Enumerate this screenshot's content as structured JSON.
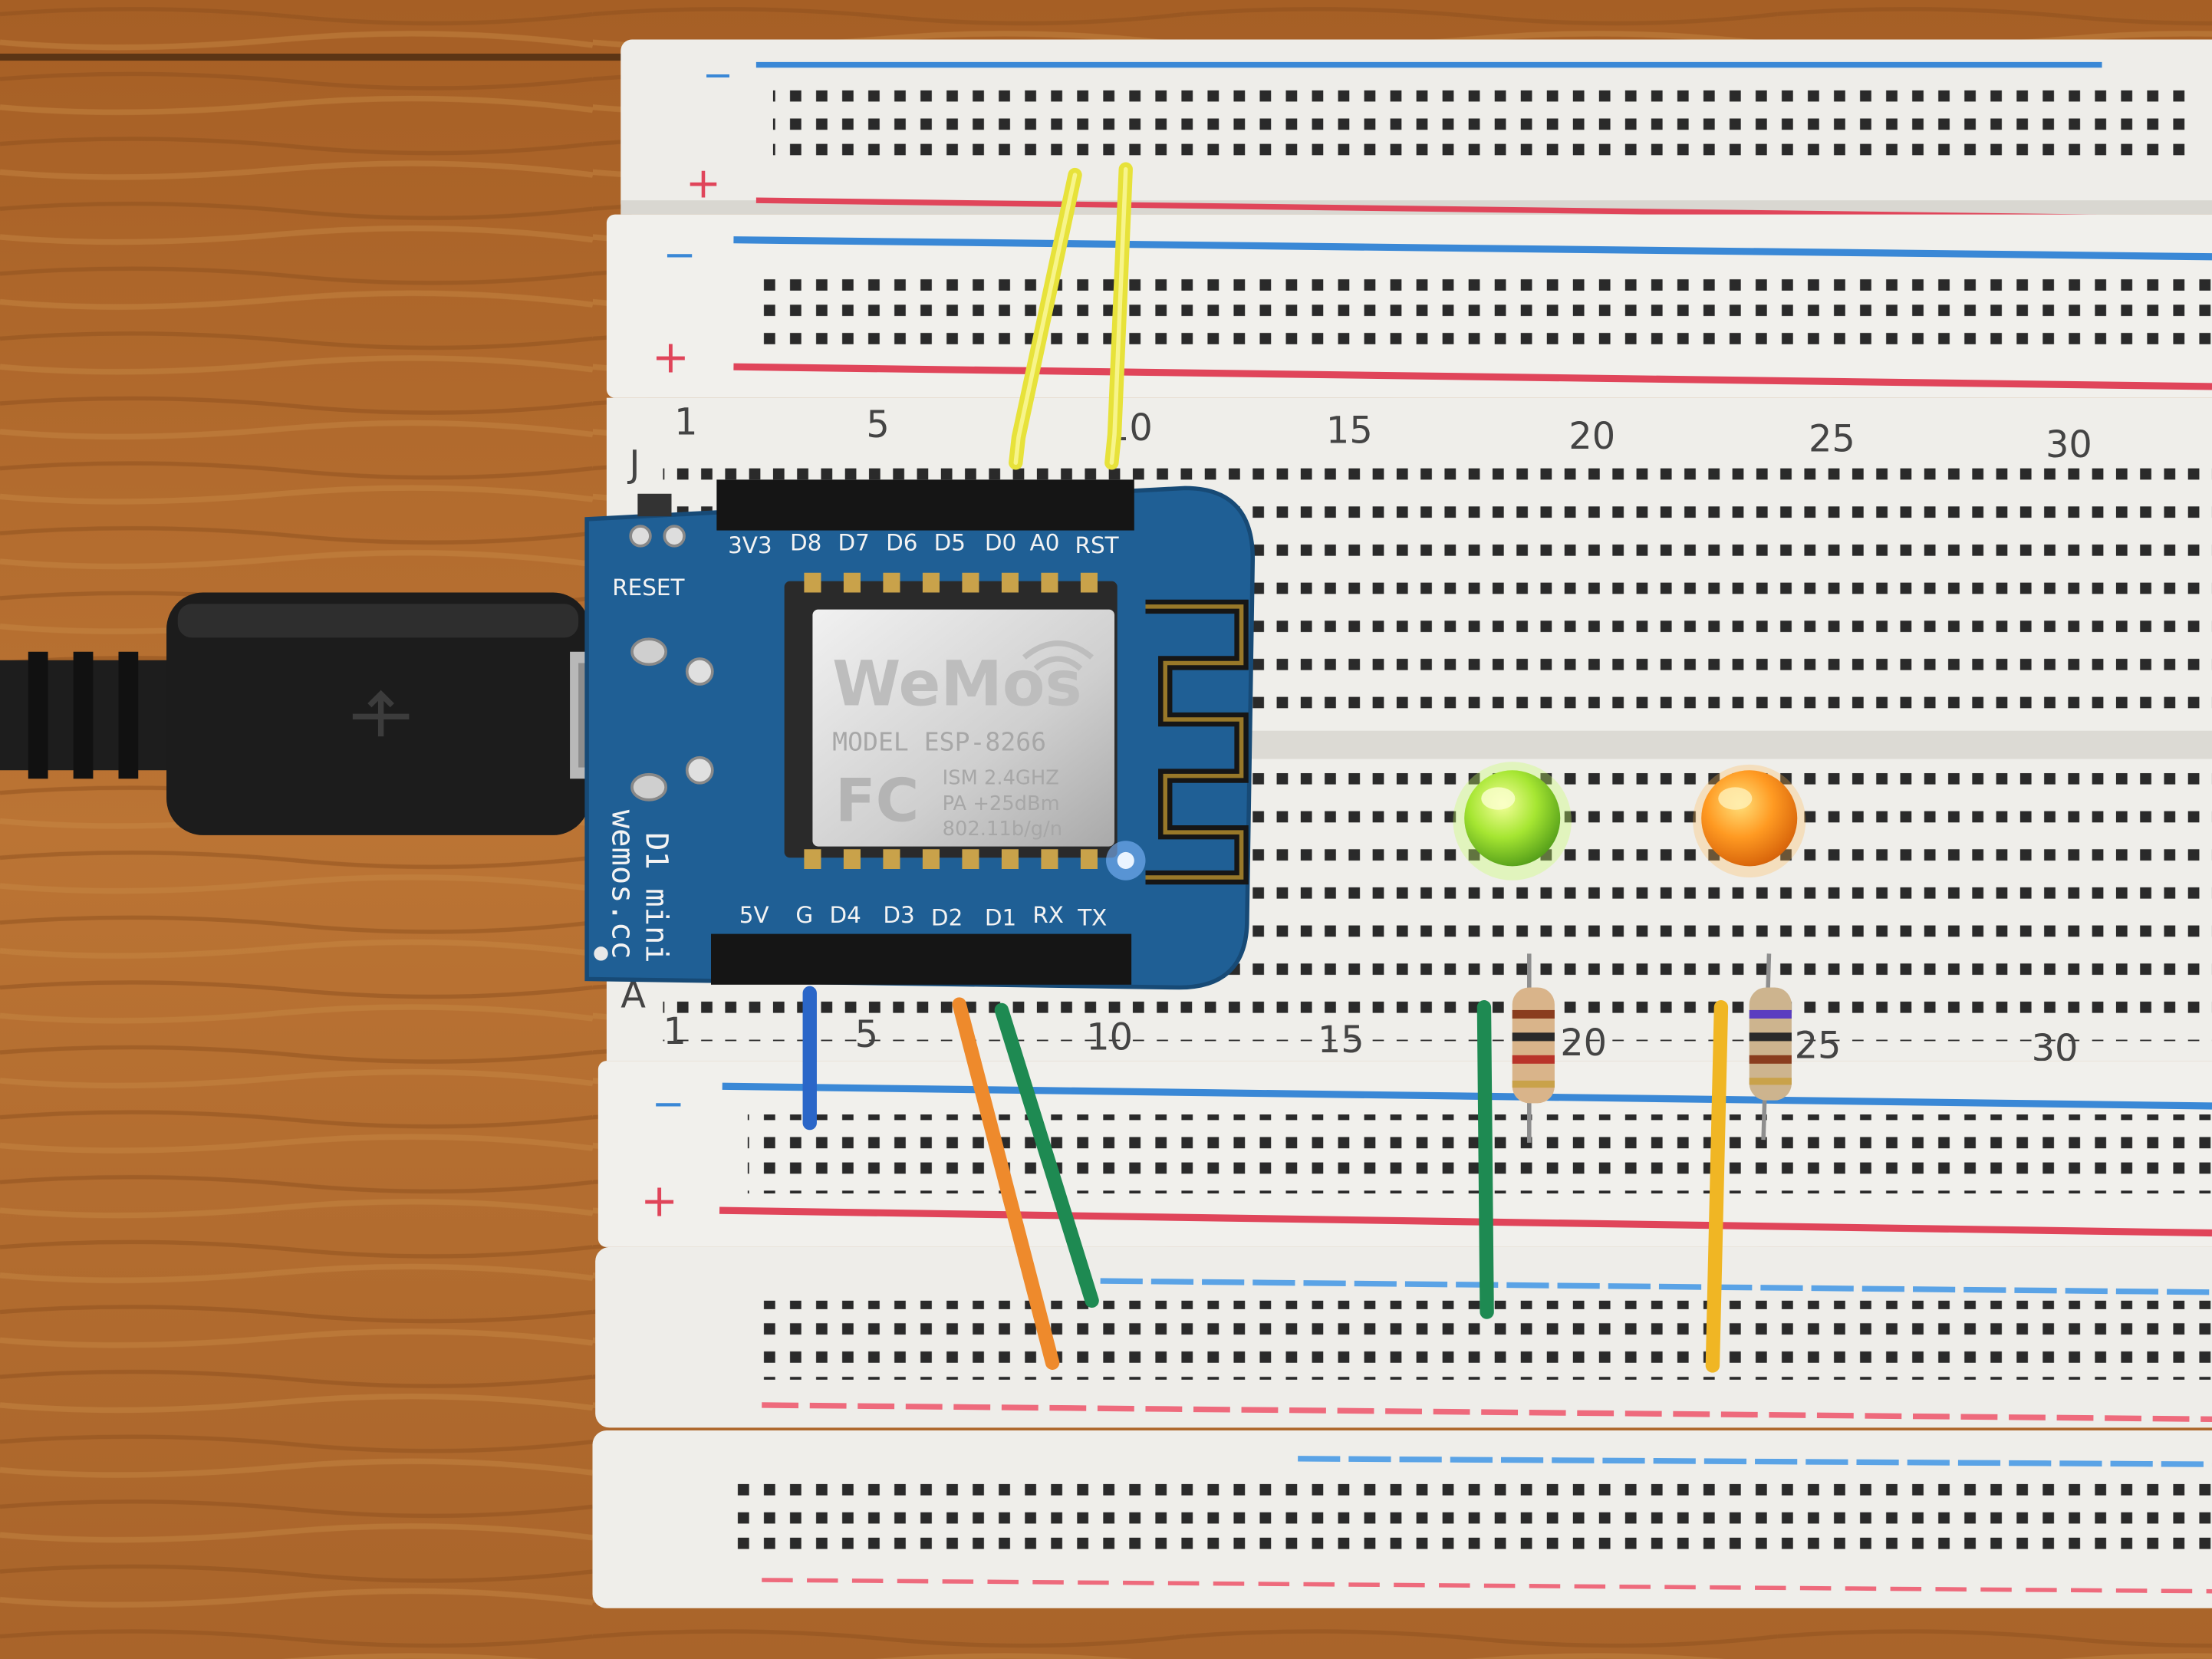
{
  "board": {
    "header_top": [
      "3V3",
      "D8",
      "D7",
      "D6",
      "D5",
      "D0",
      "A0",
      "RST"
    ],
    "header_bottom": [
      "5V",
      "G",
      "D4",
      "D3",
      "D2",
      "D1",
      "RX",
      "TX"
    ],
    "reset_label": "RESET",
    "model_name": "D1 mini",
    "site": "wemos.cc",
    "module": {
      "logo": "WeMos",
      "model_line": "MODEL  ESP-8266",
      "fcc": "FC",
      "spec_lines": [
        "ISM 2.4GHZ",
        "PA +25dBm",
        "802.11b/g/n"
      ]
    }
  },
  "breadboard": {
    "row_letters": {
      "top": "J",
      "bottom": "A"
    },
    "column_numbers_top": [
      "1",
      "5",
      "10",
      "15",
      "20",
      "25",
      "30"
    ],
    "column_numbers_bottom": [
      "1",
      "5",
      "10",
      "15",
      "20",
      "25",
      "30"
    ],
    "rail_signs": {
      "minus": "−",
      "plus": "+"
    }
  },
  "colors": {
    "wood": "#b06a2c",
    "breadboard": "#efeeea",
    "pcb": "#1f5f95",
    "rail_blue": "#3a88d6",
    "rail_red": "#e0455a",
    "wire_yellow": "#e7e23a",
    "wire_orange": "#ee8a2c",
    "wire_green": "#1e8a52",
    "wire_blue": "#2a66c8",
    "led_green": "#9be12e",
    "led_orange": "#ff8f1c"
  }
}
